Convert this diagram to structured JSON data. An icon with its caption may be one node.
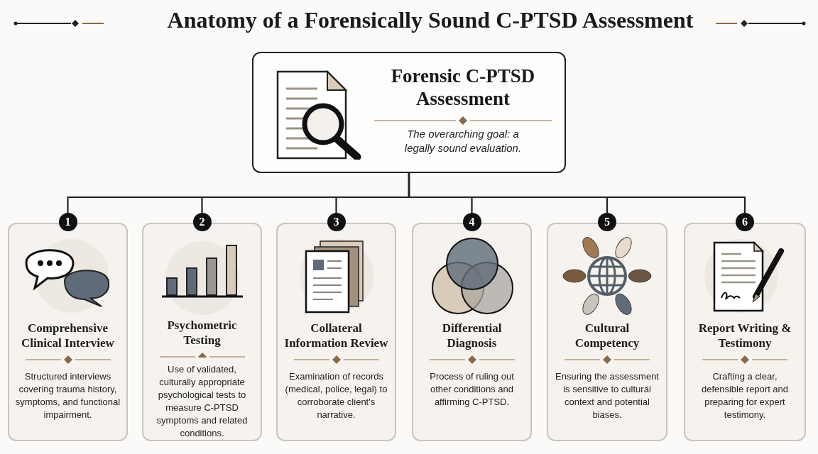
{
  "diagram": {
    "title": "Anatomy of a Forensically Sound C-PTSD Assessment",
    "nodes": [
      {
        "text": [
          "Forensic C-PTSD Assessment",
          "The overarching goal: a legally sound evaluation."
        ]
      },
      {
        "text": [
          "1",
          "Comprehensive Clinical Interview",
          "Structured interviews covering trauma history, symptoms, and functional impairment."
        ]
      },
      {
        "text": [
          "2",
          "Psychometric Testing",
          "Use of validated, culturally appropriate psychological tests to measure C-PTSD symptoms and related conditions."
        ]
      },
      {
        "text": [
          "3",
          "Collateral Information Review",
          "Examination of records (medical, police, legal) to corroborate client's narrative."
        ]
      },
      {
        "text": [
          "4",
          "Differential Diagnosis",
          "Process of ruling out other conditions and affirming C-PTSD."
        ]
      },
      {
        "text": [
          "5",
          "Cultural Competency",
          "Ensuring the assessment is sensitive to cultural context and potential biases."
        ]
      },
      {
        "text": [
          "6",
          "Report Writing & Testimony",
          "Crafting a clear, defensible report and preparing for expert testimony."
        ]
      }
    ],
    "edges": [
      {
        "from": 0,
        "to": 1,
        "arrow": "none"
      },
      {
        "from": 0,
        "to": 2,
        "arrow": "none"
      },
      {
        "from": 0,
        "to": 3,
        "arrow": "none"
      },
      {
        "from": 0,
        "to": 4,
        "arrow": "none"
      },
      {
        "from": 0,
        "to": 5,
        "arrow": "none"
      },
      {
        "from": 0,
        "to": 6,
        "arrow": "none"
      }
    ]
  }
}
